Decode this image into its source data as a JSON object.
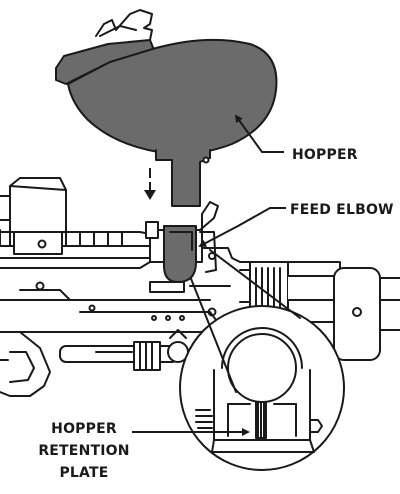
{
  "labels": {
    "hopper": "HOPPER",
    "feed_elbow": "FEED ELBOW",
    "retention_plate": [
      "HOPPER",
      "RETENTION",
      "PLATE"
    ]
  },
  "colors": {
    "line": "#1a1a1a",
    "hopper_fill": "#6b6b6b",
    "elbow_fill": "#6b6b6b",
    "background": "#ffffff"
  },
  "icons": [
    "down-arrow-icon",
    "leader-arrow-icon"
  ]
}
